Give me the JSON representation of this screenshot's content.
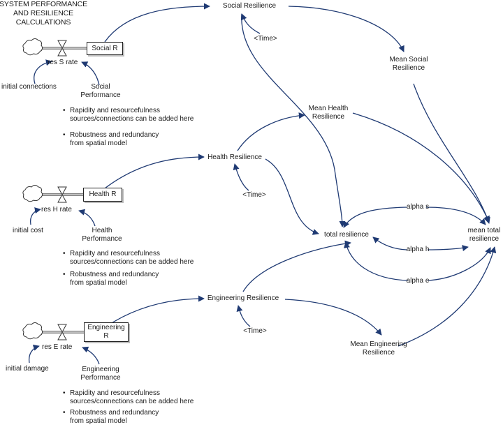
{
  "title_lines": [
    "SYSTEM PERFORMANCE",
    "AND RESILIENCE",
    "CALCULATIONS"
  ],
  "colors": {
    "link": "#1f3a73",
    "pipe": "#555555",
    "text": "#1a1a1a"
  },
  "stocks": {
    "social": "Social R",
    "health": "Health R",
    "engineering_lines": [
      "Engineering",
      "R"
    ]
  },
  "flows": {
    "social": "res S rate",
    "health": "res H rate",
    "engineering": "res E rate"
  },
  "inputs": {
    "initial_connections": "initial connections",
    "initial_cost": "initial cost",
    "initial_damage": "initial damage",
    "social_performance_lines": [
      "Social",
      "Performance"
    ],
    "health_performance_lines": [
      "Health",
      "Performance"
    ],
    "engineering_performance_lines": [
      "Engineering",
      "Performance"
    ]
  },
  "notes": {
    "bullet": "•",
    "rapidity_lines": [
      "Rapidity and resourcefulness",
      "sources/connections can be added here"
    ],
    "robustness_lines": [
      "Robustness and redundancy",
      "from spatial model"
    ]
  },
  "variables": {
    "social_resilience": "Social Resilience",
    "health_resilience": "Health Resilience",
    "engineering_resilience": "Engineering Resilience",
    "time": "<Time>",
    "mean_social_lines": [
      "Mean Social",
      "Resilience"
    ],
    "mean_health_lines": [
      "Mean Health",
      "Resilience"
    ],
    "mean_engineering_lines": [
      "Mean Engineering",
      "Resilience"
    ],
    "total_resilience": "total resilience",
    "alpha_s": "alpha s",
    "alpha_h": "alpha h",
    "alpha_e": "alpha e",
    "mean_total_lines": [
      "mean total",
      "resilience"
    ]
  }
}
